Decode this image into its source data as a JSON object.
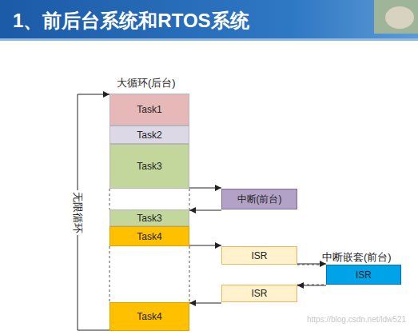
{
  "diagram": {
    "title": "1、前后台系统和RTOS系统",
    "nodes": [
      {
        "text": [
          "Task1"
        ]
      },
      {
        "text": [
          "Task2"
        ]
      },
      {
        "text": [
          "Task3"
        ]
      },
      {
        "text": [
          "中断(前台)"
        ]
      },
      {
        "text": [
          "Task3"
        ]
      },
      {
        "text": [
          "Task4"
        ]
      },
      {
        "text": [
          "ISR"
        ]
      },
      {
        "text": [
          "中断嵌套(前台)",
          "ISR"
        ]
      },
      {
        "text": [
          "ISR"
        ]
      },
      {
        "text": [
          "Task4"
        ]
      }
    ],
    "edges": [
      {
        "from": 2,
        "to": 3,
        "arrow": "to"
      },
      {
        "from": 3,
        "to": 4,
        "arrow": "to"
      },
      {
        "from": 5,
        "to": 6,
        "arrow": "to"
      },
      {
        "from": 6,
        "to": 7,
        "arrow": "to"
      },
      {
        "from": 7,
        "to": 8,
        "arrow": "to"
      },
      {
        "from": 8,
        "to": 9,
        "arrow": "to"
      },
      {
        "from": 9,
        "to": 0,
        "label": "无限循环",
        "arrow": "to"
      }
    ],
    "labels": [
      "大循环(后台)",
      "https://blog.csdn.net/ldw521"
    ]
  }
}
